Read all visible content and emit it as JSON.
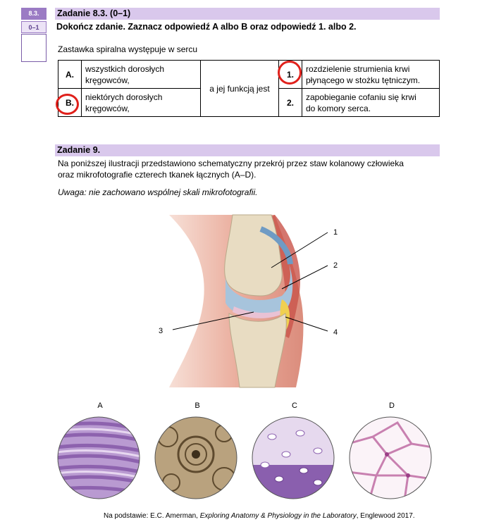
{
  "task83": {
    "number": "8.3.",
    "score": "0–1",
    "title": "Zadanie 8.3. (0–1)",
    "instruction": "Dokończ zdanie. Zaznacz odpowiedź A albo B oraz odpowiedź 1. albo 2.",
    "stem": "Zastawka spiralna występuje w sercu",
    "options_left": [
      {
        "label": "A.",
        "text_line1": "wszystkich dorosłych",
        "text_line2": "kręgowców,"
      },
      {
        "label": "B.",
        "text_line1": "niektórych dorosłych",
        "text_line2": "kręgowców,"
      }
    ],
    "middle": "a jej funkcją jest",
    "options_right": [
      {
        "label": "1.",
        "text_line1": "rozdzielenie strumienia krwi",
        "text_line2": "płynącego w stożku tętniczym."
      },
      {
        "label": "2.",
        "text_line1": "zapobieganie cofaniu się krwi",
        "text_line2": "do komory serca."
      }
    ],
    "selected": [
      "B.",
      "1."
    ]
  },
  "task9": {
    "title": "Zadanie 9.",
    "intro_line1": "Na poniższej ilustracji przedstawiono schematyczny przekrój przez staw kolanowy człowieka",
    "intro_line2": "oraz mikrofotografie czterech tkanek łącznych (A–D).",
    "note": "Uwaga: nie zachowano wspólnej skali mikrofotografii.",
    "diagram_labels": [
      "1",
      "2",
      "3",
      "4"
    ],
    "micro_labels": [
      "A",
      "B",
      "C",
      "D"
    ],
    "source_prefix": "Na podstawie: E.C. Amerman, ",
    "source_title": "Exploring Anatomy & Physiology in the Laboratory",
    "source_suffix": ", Englewood 2017."
  },
  "colors": {
    "band": "#d9c8ec",
    "side": "#9b7bc4",
    "mark": "#e0201b"
  }
}
